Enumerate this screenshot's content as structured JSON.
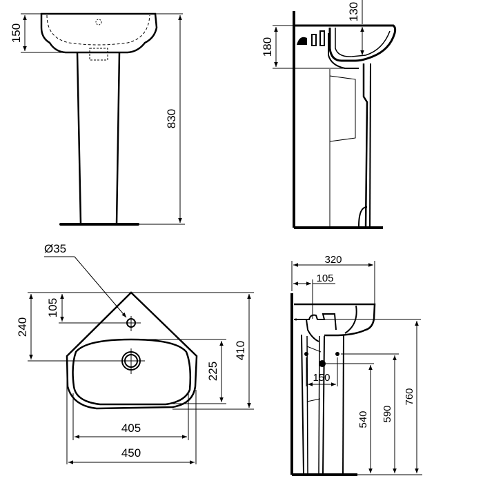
{
  "drawing": {
    "title": "Corner washbasin with pedestal — technical dimension drawing",
    "units": "mm",
    "line_color": "#000000",
    "background": "#ffffff"
  },
  "views": {
    "front_elevation": {
      "dimensions": {
        "basin_depth": "150",
        "rim_height": "830"
      }
    },
    "side_elevation": {
      "dimensions": {
        "bowl_depth": "130",
        "basin_height": "180"
      }
    },
    "plan_view": {
      "dimensions": {
        "tap_hole_diameter": "Ø35",
        "tap_hole_offset": "105",
        "waste_offset": "240",
        "bowl_depth": "225",
        "overall_depth": "410",
        "bowl_width": "405",
        "overall_width": "450"
      }
    },
    "installation_elevation": {
      "dimensions": {
        "projection": "320",
        "tap_offset": "105",
        "supply_spacing": "150",
        "waste_height": "540",
        "supply_height": "590",
        "rim_height": "760"
      }
    }
  }
}
